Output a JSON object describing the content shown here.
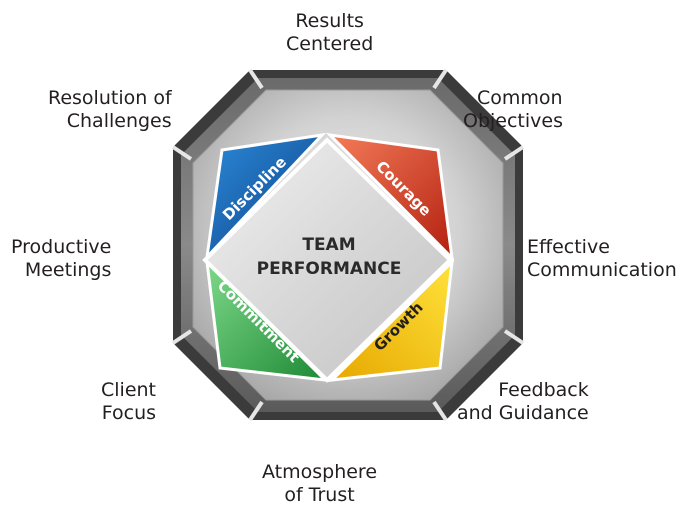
{
  "center": {
    "line1": "TEAM",
    "line2": "PERFORMANCE"
  },
  "pillars": [
    {
      "label": "Discipline",
      "color": "#1a5fae"
    },
    {
      "label": "Courage",
      "color": "#e2452a"
    },
    {
      "label": "Growth",
      "color": "#f2c300"
    },
    {
      "label": "Commitment",
      "color": "#2fa845"
    }
  ],
  "outcomes": [
    {
      "line1": "Results",
      "line2": "Centered"
    },
    {
      "line1": "Common",
      "line2": "Objectives"
    },
    {
      "line1": "Effective",
      "line2": "Communication"
    },
    {
      "line1": "Feedback",
      "line2": "and Guidance"
    },
    {
      "line1": "Atmosphere",
      "line2": "of Trust"
    },
    {
      "line1": "Client",
      "line2": "Focus"
    },
    {
      "line1": "Productive",
      "line2": "Meetings"
    },
    {
      "line1": "Resolution of",
      "line2": "Challenges"
    }
  ]
}
